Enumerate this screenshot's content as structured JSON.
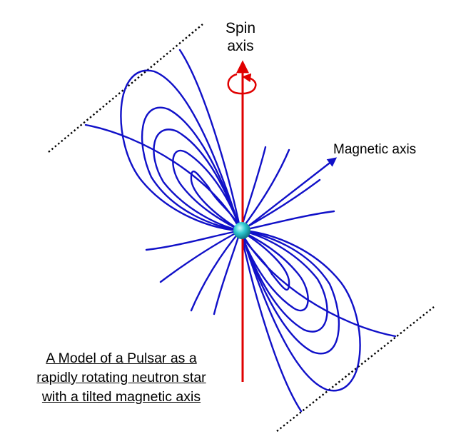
{
  "labels": {
    "spin_axis_line1": "Spin",
    "spin_axis_line2": "axis",
    "magnetic_axis": "Magnetic axis"
  },
  "caption": {
    "line1": "A Model of a Pulsar as a",
    "line2": "rapidly rotating neutron star",
    "line3": "with a tilted magnetic axis"
  },
  "colors": {
    "spin_axis": "#e00000",
    "field_lines": "#1010c8",
    "magnetic_axis": "#1010c8",
    "neutron_star": "#20c0c8",
    "light_cylinder": "#000000"
  }
}
